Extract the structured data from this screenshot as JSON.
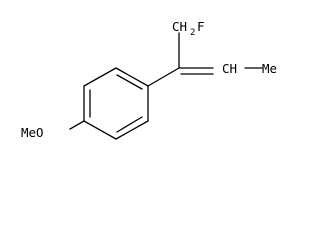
{
  "structure": {
    "labels": {
      "ch2": "CH",
      "ch2_sub": "2",
      "fluorine": "F",
      "alkene_ch": "CH",
      "methyl": "Me",
      "methoxy": "MeO"
    }
  }
}
